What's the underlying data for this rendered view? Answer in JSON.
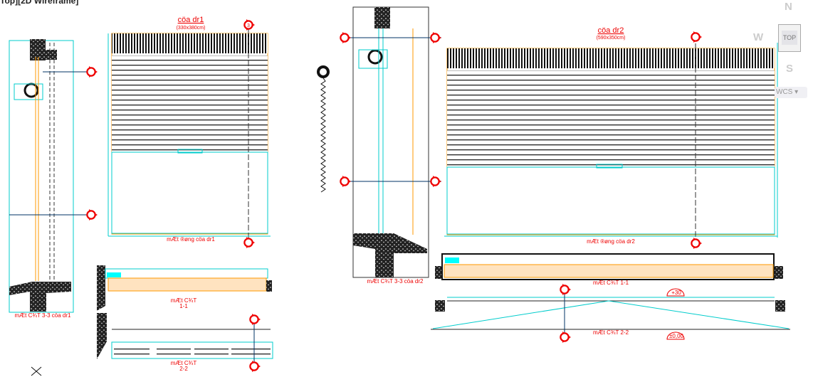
{
  "viewport": {
    "label": "Top][2D Wireframe]"
  },
  "viewcube": {
    "north": "N",
    "west": "W",
    "south": "S",
    "top": "TOP",
    "wcs": "WCS ▾"
  },
  "door1": {
    "title": "cöa dr1",
    "size": "(330x380cm)",
    "elevation": "mÆt ®øng cöa dr1",
    "section33": "mÆt C¾T 3-3 cöa dr1",
    "section11": "mÆt C¾T",
    "section11_no": "1-1",
    "section22": "mÆt C¾T",
    "section22_no": "2-2"
  },
  "door2": {
    "title": "cöa dr2",
    "size": "(590x350cm)",
    "elevation": "mÆt ®øng cöa dr2",
    "section33": "mÆt C¾T 3-3 cöa dr2",
    "section11": "mÆt C¾T 1-1",
    "section22": "mÆt C¾T 2-2",
    "level_top": "+30",
    "level_base": "±0,00"
  },
  "marker": "3"
}
